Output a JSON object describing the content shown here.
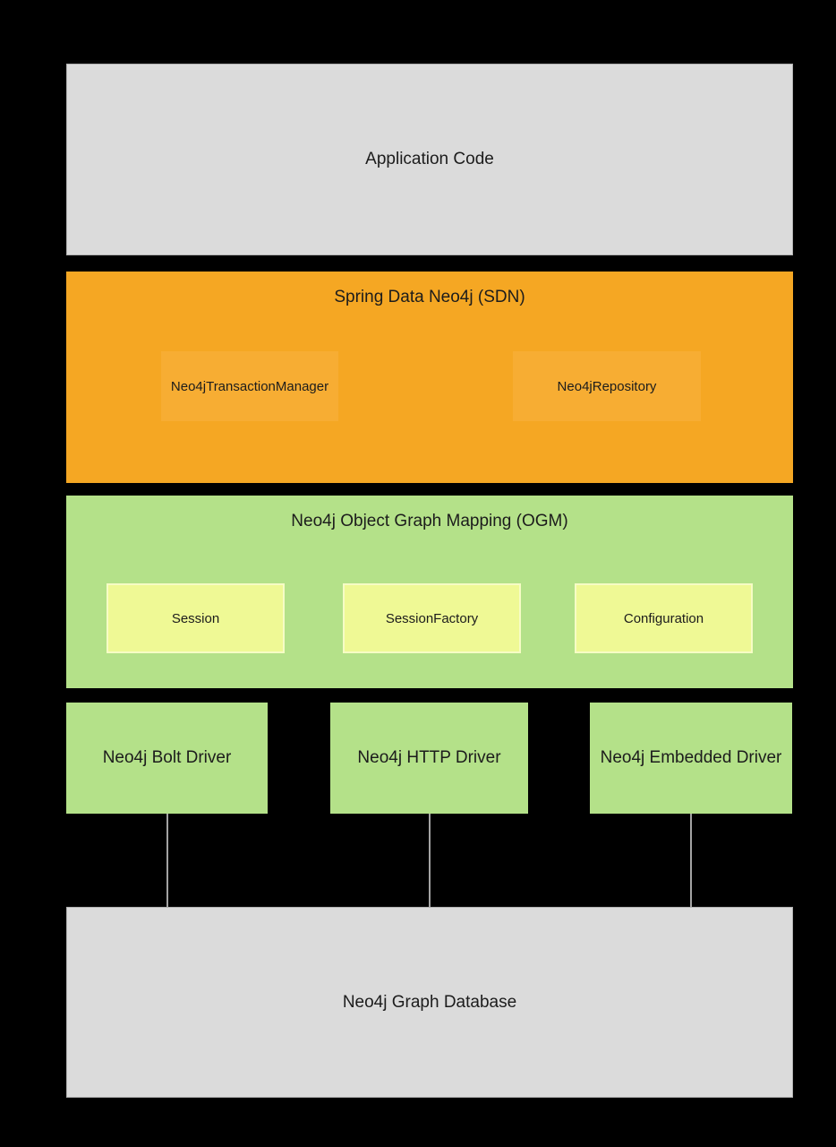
{
  "colors": {
    "background": "#000000",
    "gray_box": "#dbdbdb",
    "gray_border": "#b0b0b0",
    "orange_box": "#f5a723",
    "orange_inner_box": "#f7ad33",
    "green_box": "#b4e189",
    "yellow_box": "#eff995",
    "connector_line": "#a3a3a3",
    "text": "#1c1c1c"
  },
  "layers": {
    "application": {
      "label": "Application Code"
    },
    "sdn": {
      "title": "Spring Data Neo4j (SDN)",
      "components": [
        {
          "label": "Neo4jTransactionManager"
        },
        {
          "label": "Neo4jRepository"
        }
      ]
    },
    "ogm": {
      "title": "Neo4j Object Graph Mapping (OGM)",
      "components": [
        {
          "label": "Session"
        },
        {
          "label": "SessionFactory"
        },
        {
          "label": "Configuration"
        }
      ]
    },
    "drivers": [
      {
        "label": "Neo4j Bolt Driver"
      },
      {
        "label": "Neo4j HTTP Driver"
      },
      {
        "label": "Neo4j Embedded Driver"
      }
    ],
    "database": {
      "label": "Neo4j Graph Database"
    }
  }
}
